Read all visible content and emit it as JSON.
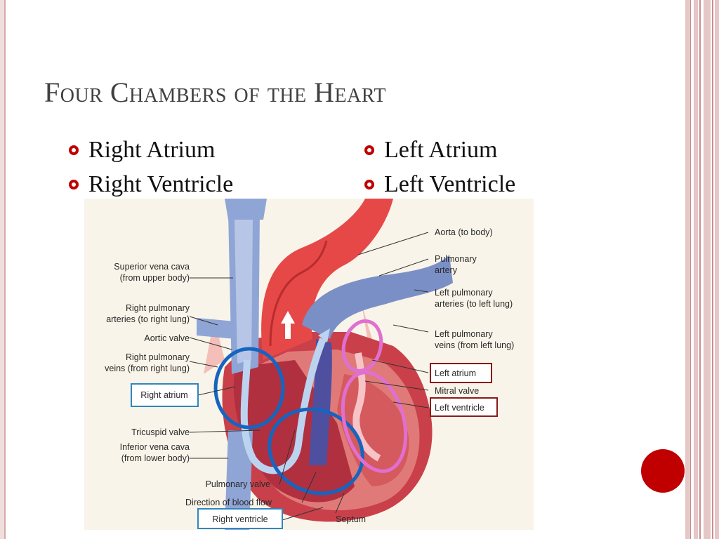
{
  "slide": {
    "title": "Four Chambers of the Heart",
    "bullets_left": [
      "Right Atrium",
      "Right Ventricle"
    ],
    "bullets_right": [
      "Left Atrium",
      "Left Ventricle"
    ],
    "accent_color": "#c00000"
  },
  "diagram": {
    "labels_left": [
      {
        "line1": "Superior vena cava",
        "line2": "(from upper body)"
      },
      {
        "line1": "Right pulmonary",
        "line2": "arteries (to right lung)"
      },
      {
        "line1": "Aortic valve",
        "line2": ""
      },
      {
        "line1": "Right pulmonary",
        "line2": "veins (from right lung)"
      },
      {
        "line1": "Right atrium",
        "line2": "",
        "boxed": true
      },
      {
        "line1": "Tricuspid valve",
        "line2": ""
      },
      {
        "line1": "Inferior vena cava",
        "line2": "(from lower body)"
      }
    ],
    "labels_bottom": [
      {
        "text": "Pulmonary valve"
      },
      {
        "text": "Direction of blood flow"
      },
      {
        "text": "Right ventricle",
        "boxed": true
      },
      {
        "text": "Septum"
      }
    ],
    "labels_right": [
      {
        "line1": "Aorta (to body)",
        "line2": ""
      },
      {
        "line1": "Pulmonary",
        "line2": "artery"
      },
      {
        "line1": "Left pulmonary",
        "line2": "arteries (to left lung)"
      },
      {
        "line1": "Left pulmonary",
        "line2": "veins (from left lung)"
      },
      {
        "line1": "Left atrium",
        "line2": "",
        "boxed": true
      },
      {
        "line1": "Mitral valve",
        "line2": ""
      },
      {
        "line1": "Left ventricle",
        "line2": "",
        "boxed": true
      }
    ],
    "colors": {
      "blue_box": "#2e86c1",
      "red_box": "#8b1a1a",
      "right_chamber_outline": "#1565c0",
      "left_chamber_outline": "#e06fd0",
      "heart_red": "#d9534f",
      "vessel_blue": "#7b8fc7"
    }
  }
}
